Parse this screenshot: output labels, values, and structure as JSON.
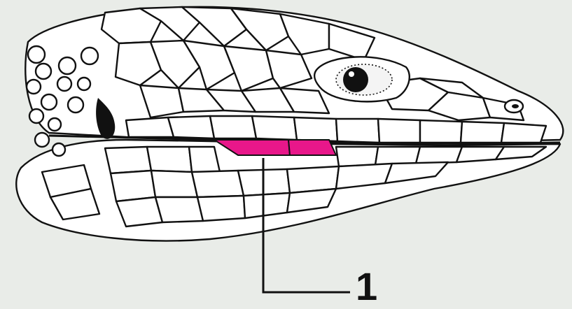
{
  "diagram": {
    "background_color": "#e9ece8",
    "line_color": "#111111",
    "fill_color": "#ffffff",
    "highlight_color": "#e8178a",
    "subject": "lizard-head-lateral-view",
    "callouts": [
      {
        "number": "1",
        "target": "highlighted-infralabial-scales"
      }
    ]
  }
}
